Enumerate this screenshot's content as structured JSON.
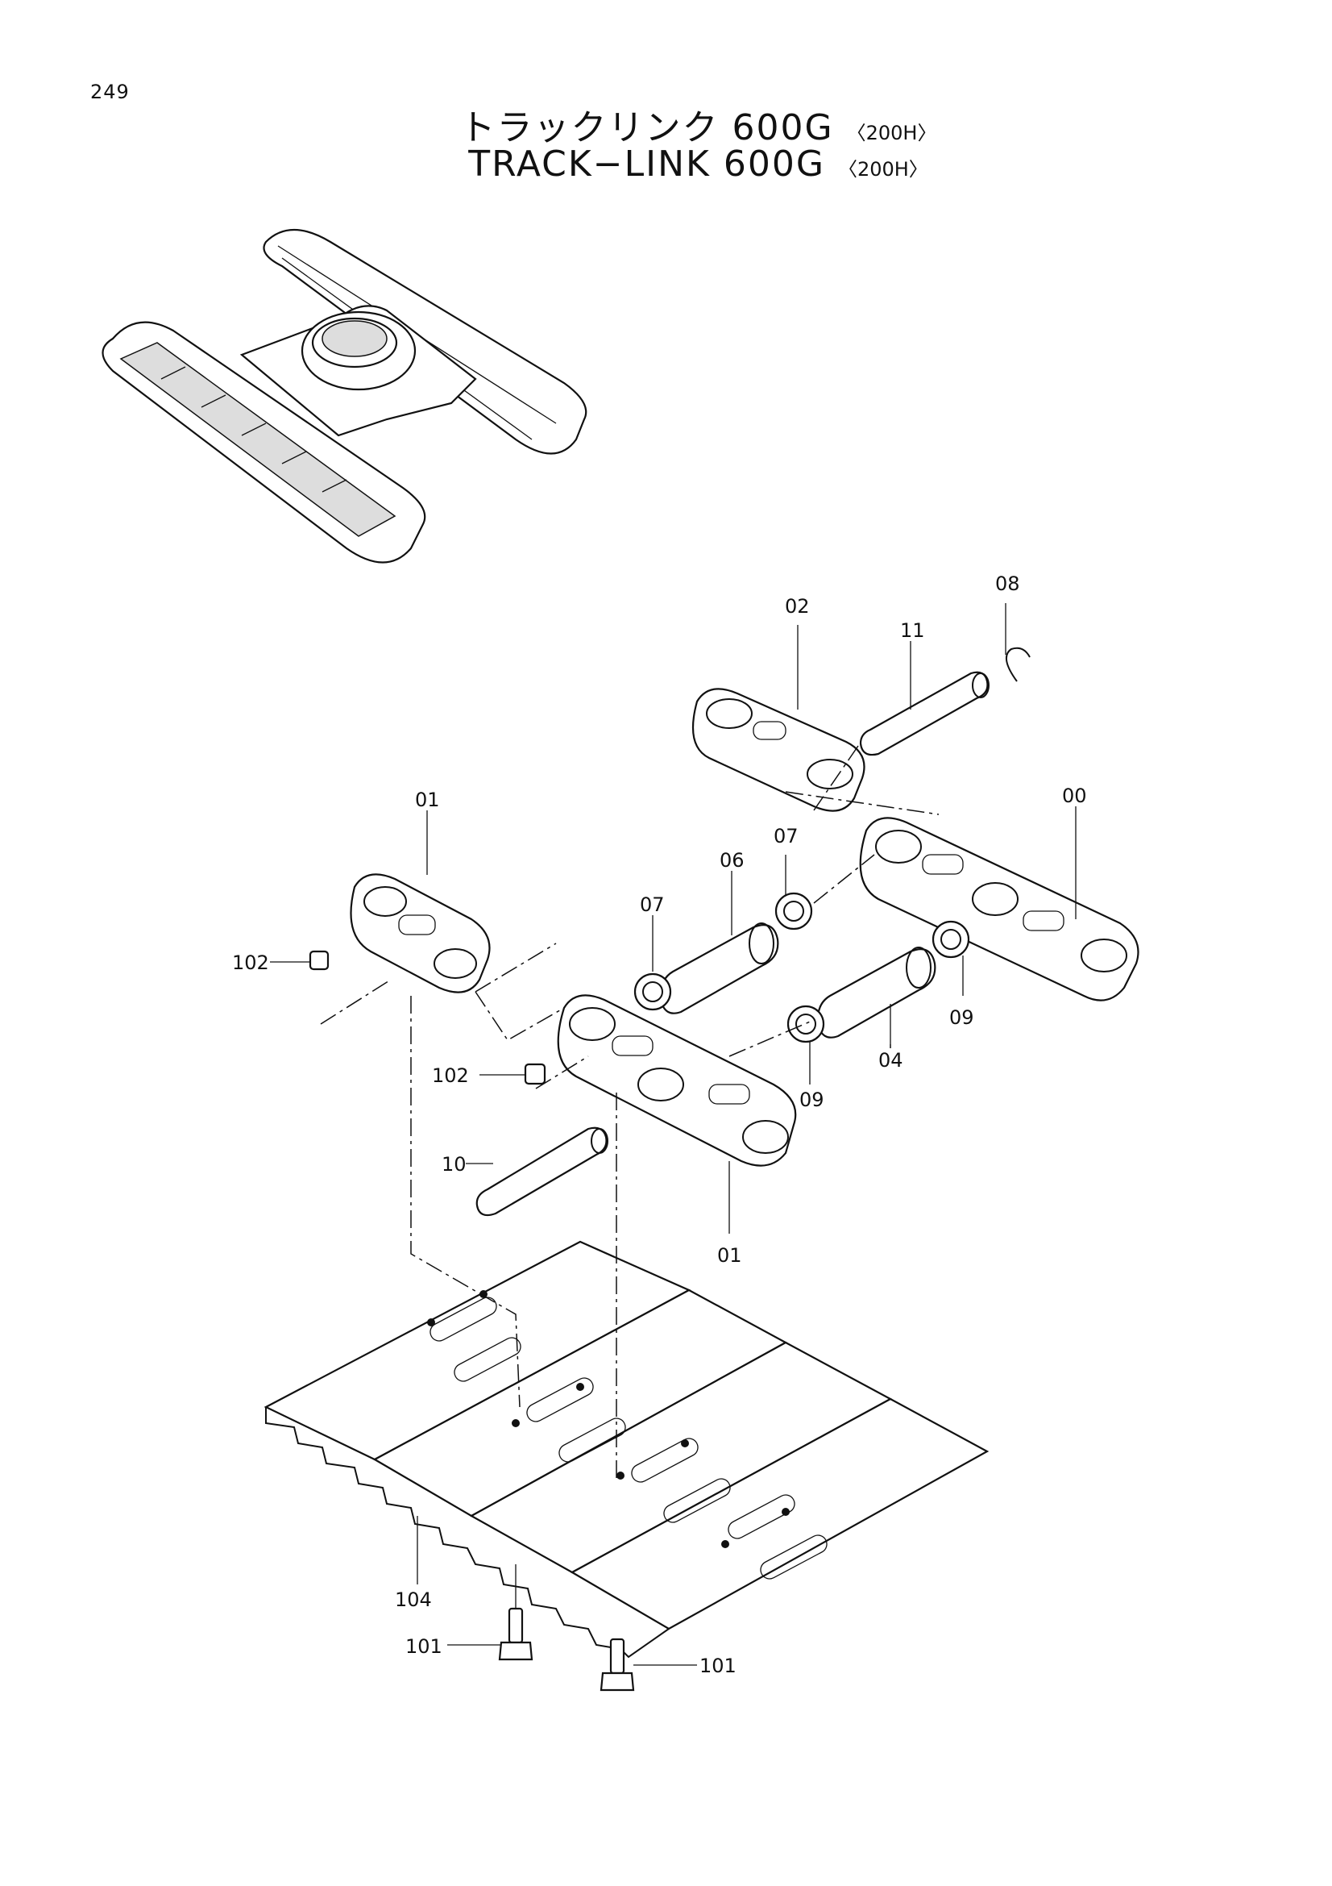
{
  "page_number": "249",
  "title_jp": {
    "text": "トラックリンク 600G",
    "variant": "〈200H〉"
  },
  "title_en": {
    "text": "TRACK−LINK 600G",
    "variant": "〈200H〉"
  },
  "callouts": {
    "c00": "00",
    "c01a": "01",
    "c01b": "01",
    "c02": "02",
    "c04": "04",
    "c06": "06",
    "c07a": "07",
    "c07b": "07",
    "c08": "08",
    "c09a": "09",
    "c09b": "09",
    "c10": "10",
    "c11": "11",
    "c101a": "101",
    "c101b": "101",
    "c102a": "102",
    "c102b": "102",
    "c104": "104"
  }
}
